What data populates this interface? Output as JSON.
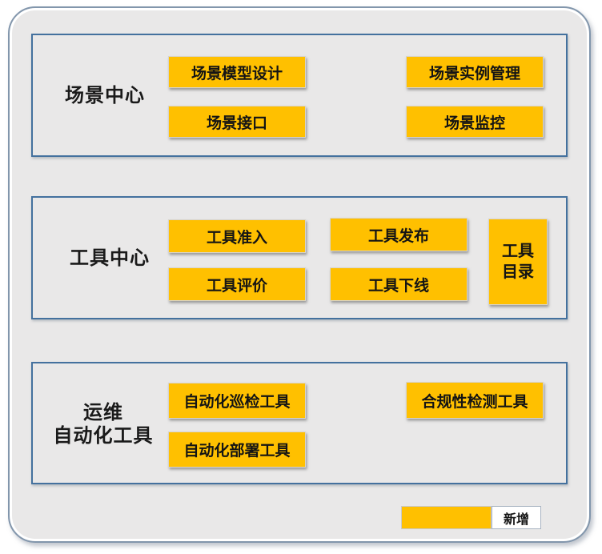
{
  "colors": {
    "module_button_fill": "#FFC000",
    "section_border": "#44719E",
    "panel_border": "#8296AC",
    "panel_background": "#E9E8E8",
    "text": "#141414"
  },
  "sections": [
    {
      "label": "场景中心",
      "buttons": [
        {
          "label": "场景模型设计"
        },
        {
          "label": "场景实例管理"
        },
        {
          "label": "场景接口"
        },
        {
          "label": "场景监控"
        }
      ]
    },
    {
      "label": "工具中心",
      "buttons": [
        {
          "label": "工具准入"
        },
        {
          "label": "工具发布"
        },
        {
          "label": "工具评价"
        },
        {
          "label": "工具下线"
        },
        {
          "label_line1": "工具",
          "label_line2": "目录"
        }
      ]
    },
    {
      "label_line1": "运维",
      "label_line2": "自动化工具",
      "buttons": [
        {
          "label": "自动化巡检工具"
        },
        {
          "label": "合规性检测工具"
        },
        {
          "label": "自动化部署工具"
        }
      ]
    }
  ],
  "legend": {
    "label": "新增",
    "swatch_color": "#FFC000"
  }
}
